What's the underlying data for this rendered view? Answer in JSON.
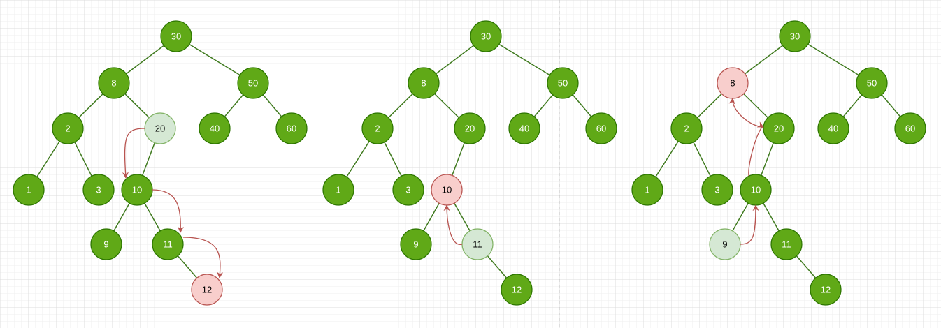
{
  "colors": {
    "background": "#ffffff",
    "grid_minor": "#efefef",
    "grid_major": "#dcdcdc",
    "edge": "#3f7a1e",
    "arrow": "#b85450",
    "separator": "#bbbbbb",
    "default_fill": "#60a917",
    "default_stroke": "#2d7600",
    "default_text": "#ffffff",
    "highlight_fill": "#f8cecc",
    "highlight_stroke": "#b85450",
    "highlight_text": "#000000",
    "light_fill": "#d5e8d4",
    "light_stroke": "#82b366",
    "light_text": "#000000"
  },
  "trees": [
    {
      "id": "tree-1",
      "nodes": [
        {
          "id": "n30",
          "label": "30",
          "style": "default"
        },
        {
          "id": "n8",
          "label": "8",
          "style": "default"
        },
        {
          "id": "n50",
          "label": "50",
          "style": "default"
        },
        {
          "id": "n2",
          "label": "2",
          "style": "default"
        },
        {
          "id": "n20",
          "label": "20",
          "style": "light"
        },
        {
          "id": "n40",
          "label": "40",
          "style": "default"
        },
        {
          "id": "n60",
          "label": "60",
          "style": "default"
        },
        {
          "id": "n1",
          "label": "1",
          "style": "default"
        },
        {
          "id": "n3",
          "label": "3",
          "style": "default"
        },
        {
          "id": "n10",
          "label": "10",
          "style": "default"
        },
        {
          "id": "n9",
          "label": "9",
          "style": "default"
        },
        {
          "id": "n11",
          "label": "11",
          "style": "default"
        },
        {
          "id": "n12",
          "label": "12",
          "style": "highlight"
        }
      ],
      "edges": [
        [
          "n30",
          "n8"
        ],
        [
          "n30",
          "n50"
        ],
        [
          "n8",
          "n2"
        ],
        [
          "n8",
          "n20"
        ],
        [
          "n50",
          "n40"
        ],
        [
          "n50",
          "n60"
        ],
        [
          "n2",
          "n1"
        ],
        [
          "n2",
          "n3"
        ],
        [
          "n20",
          "n10"
        ],
        [
          "n10",
          "n9"
        ],
        [
          "n10",
          "n11"
        ],
        [
          "n11",
          "n12"
        ]
      ],
      "arrows": [
        [
          "n20",
          "n10"
        ],
        [
          "n10",
          "n11"
        ],
        [
          "n11",
          "n12"
        ]
      ]
    },
    {
      "id": "tree-2",
      "nodes": [
        {
          "id": "n30",
          "label": "30",
          "style": "default"
        },
        {
          "id": "n8",
          "label": "8",
          "style": "default"
        },
        {
          "id": "n50",
          "label": "50",
          "style": "default"
        },
        {
          "id": "n2",
          "label": "2",
          "style": "default"
        },
        {
          "id": "n20",
          "label": "20",
          "style": "default"
        },
        {
          "id": "n40",
          "label": "40",
          "style": "default"
        },
        {
          "id": "n60",
          "label": "60",
          "style": "default"
        },
        {
          "id": "n1",
          "label": "1",
          "style": "default"
        },
        {
          "id": "n3",
          "label": "3",
          "style": "default"
        },
        {
          "id": "n10",
          "label": "10",
          "style": "highlight"
        },
        {
          "id": "n9",
          "label": "9",
          "style": "default"
        },
        {
          "id": "n11",
          "label": "11",
          "style": "light"
        },
        {
          "id": "n12",
          "label": "12",
          "style": "default"
        }
      ],
      "edges": [
        [
          "n30",
          "n8"
        ],
        [
          "n30",
          "n50"
        ],
        [
          "n8",
          "n2"
        ],
        [
          "n8",
          "n20"
        ],
        [
          "n50",
          "n40"
        ],
        [
          "n50",
          "n60"
        ],
        [
          "n2",
          "n1"
        ],
        [
          "n2",
          "n3"
        ],
        [
          "n20",
          "n10"
        ],
        [
          "n10",
          "n9"
        ],
        [
          "n10",
          "n11"
        ],
        [
          "n11",
          "n12"
        ]
      ],
      "arrows": [
        [
          "n11",
          "n10"
        ]
      ]
    },
    {
      "id": "tree-3",
      "nodes": [
        {
          "id": "n30",
          "label": "30",
          "style": "default"
        },
        {
          "id": "n8",
          "label": "8",
          "style": "highlight"
        },
        {
          "id": "n50",
          "label": "50",
          "style": "default"
        },
        {
          "id": "n2",
          "label": "2",
          "style": "default"
        },
        {
          "id": "n20",
          "label": "20",
          "style": "default"
        },
        {
          "id": "n40",
          "label": "40",
          "style": "default"
        },
        {
          "id": "n60",
          "label": "60",
          "style": "default"
        },
        {
          "id": "n1",
          "label": "1",
          "style": "default"
        },
        {
          "id": "n3",
          "label": "3",
          "style": "default"
        },
        {
          "id": "n10",
          "label": "10",
          "style": "default"
        },
        {
          "id": "n9",
          "label": "9",
          "style": "light"
        },
        {
          "id": "n11",
          "label": "11",
          "style": "default"
        },
        {
          "id": "n12",
          "label": "12",
          "style": "default"
        }
      ],
      "edges": [
        [
          "n30",
          "n8"
        ],
        [
          "n30",
          "n50"
        ],
        [
          "n8",
          "n2"
        ],
        [
          "n8",
          "n20"
        ],
        [
          "n50",
          "n40"
        ],
        [
          "n50",
          "n60"
        ],
        [
          "n2",
          "n1"
        ],
        [
          "n2",
          "n3"
        ],
        [
          "n20",
          "n10"
        ],
        [
          "n10",
          "n9"
        ],
        [
          "n10",
          "n11"
        ],
        [
          "n11",
          "n12"
        ]
      ],
      "arrows": [
        [
          "n9",
          "n10"
        ],
        [
          "n10",
          "n20"
        ],
        [
          "n20",
          "n8"
        ]
      ]
    }
  ]
}
